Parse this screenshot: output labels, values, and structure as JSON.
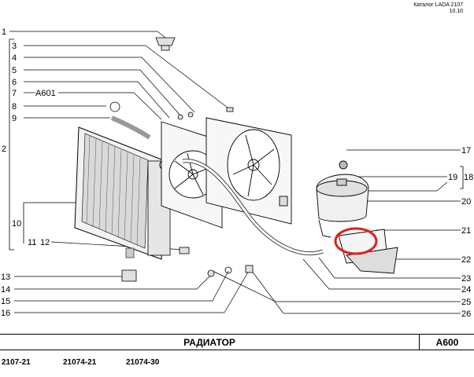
{
  "header": {
    "catalog": "Каталог LADA 2107",
    "date": "10.10"
  },
  "callouts": {
    "n1": "1",
    "n2": "2",
    "n3": "3",
    "n4": "4",
    "n5": "5",
    "n6": "6",
    "n7": "7",
    "ref7": "A601",
    "n8": "8",
    "n9": "9",
    "n10": "10",
    "n11": "11",
    "n12": "12",
    "n13": "13",
    "n14": "14",
    "n15": "15",
    "n16": "16",
    "n17": "17",
    "n18": "18",
    "n19": "19",
    "n20": "20",
    "n21": "21",
    "n22": "22",
    "n23": "23",
    "n24": "24",
    "n25": "25",
    "n26": "26"
  },
  "title_bar": {
    "title": "РАДИАТОР",
    "code": "A600"
  },
  "models": [
    "2107-21",
    "21074-21",
    "21074-30"
  ],
  "colors": {
    "highlight": "#e0201c",
    "line": "#000000"
  }
}
